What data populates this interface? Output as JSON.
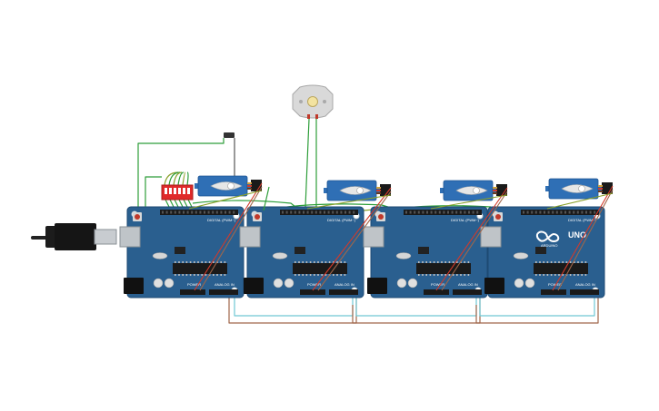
{
  "canvas": {
    "background": "#ffffff"
  },
  "boards": [
    {
      "id": "arduino-1",
      "digital_label": "DIGITAL (PWM~)",
      "power_label": "POWER",
      "analog_label": "ANALOG IN",
      "show_logo": false
    },
    {
      "id": "arduino-2",
      "digital_label": "DIGITAL (PWM~)",
      "power_label": "POWER",
      "analog_label": "ANALOG IN",
      "show_logo": false
    },
    {
      "id": "arduino-3",
      "digital_label": "DIGITAL (PWM~)",
      "power_label": "POWER",
      "analog_label": "ANALOG IN",
      "show_logo": false
    },
    {
      "id": "arduino-4",
      "digital_label": "DIGITAL (PWM~)",
      "power_label": "POWER",
      "analog_label": "ANALOG IN",
      "show_logo": true,
      "logo_text": "UNO",
      "brand_text": "ARDUINO"
    }
  ],
  "components": {
    "servos": 4,
    "dc_motor": 1,
    "dip_switch": 1,
    "usb_cable": 1
  },
  "colors": {
    "board": "#2a5f8f",
    "board_edge": "#1d4a73",
    "header": "#1a1a1a",
    "wire_green": "#2e9e3a",
    "wire_red": "#d23a2a",
    "wire_cyan": "#6fc7d4",
    "wire_brown": "#a0664a",
    "wire_olive": "#8aa02a",
    "servo_body": "#2f6fb5",
    "dip": "#e02a2a"
  }
}
